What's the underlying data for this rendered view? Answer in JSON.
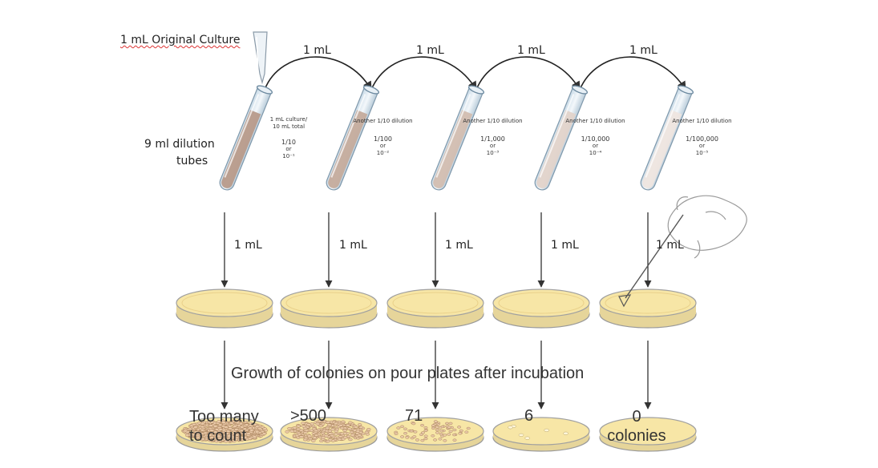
{
  "original_culture_label": "1 mL Original Culture",
  "transfer_labels": [
    "1 mL",
    "1 mL",
    "1 mL",
    "1 mL"
  ],
  "dilution_tubes_label": [
    "9 ml dilution",
    "tubes"
  ],
  "tubes": [
    {
      "top_text": [
        "1 mL culture/",
        "10 mL total"
      ],
      "fraction": "1/10",
      "or": "or",
      "power": "10⁻¹",
      "fill_color": "#b79a8a"
    },
    {
      "top_text": [
        "Another 1/10 dilution"
      ],
      "fraction": "1/100",
      "or": "or",
      "power": "10⁻²",
      "fill_color": "#c4ab9c"
    },
    {
      "top_text": [
        "Another 1/10 dilution"
      ],
      "fraction": "1/1,000",
      "or": "or",
      "power": "10⁻³",
      "fill_color": "#d2bdb0"
    },
    {
      "top_text": [
        "Another 1/10 dilution"
      ],
      "fraction": "1/10,000",
      "or": "or",
      "power": "10⁻⁴",
      "fill_color": "#e2d3ca"
    },
    {
      "top_text": [
        "Another 1/10 dilution"
      ],
      "fraction": "1/100,000",
      "or": "or",
      "power": "10⁻⁵",
      "fill_color": "#eee5df"
    }
  ],
  "plate_transfer_labels": [
    "1 mL",
    "1 mL",
    "1 mL",
    "1 mL",
    "1 mL"
  ],
  "growth_caption": "Growth of colonies on pour plates after incubation",
  "colony_counts": [
    [
      "Too many",
      "to count"
    ],
    [
      ">500"
    ],
    [
      "71"
    ],
    [
      "6"
    ],
    [
      "0",
      "colonies"
    ]
  ],
  "colors": {
    "agar": "#f7e6a6",
    "agar_rim": "#e9d08a",
    "line": "#333333",
    "tube_glass": "#d9e6ef"
  }
}
